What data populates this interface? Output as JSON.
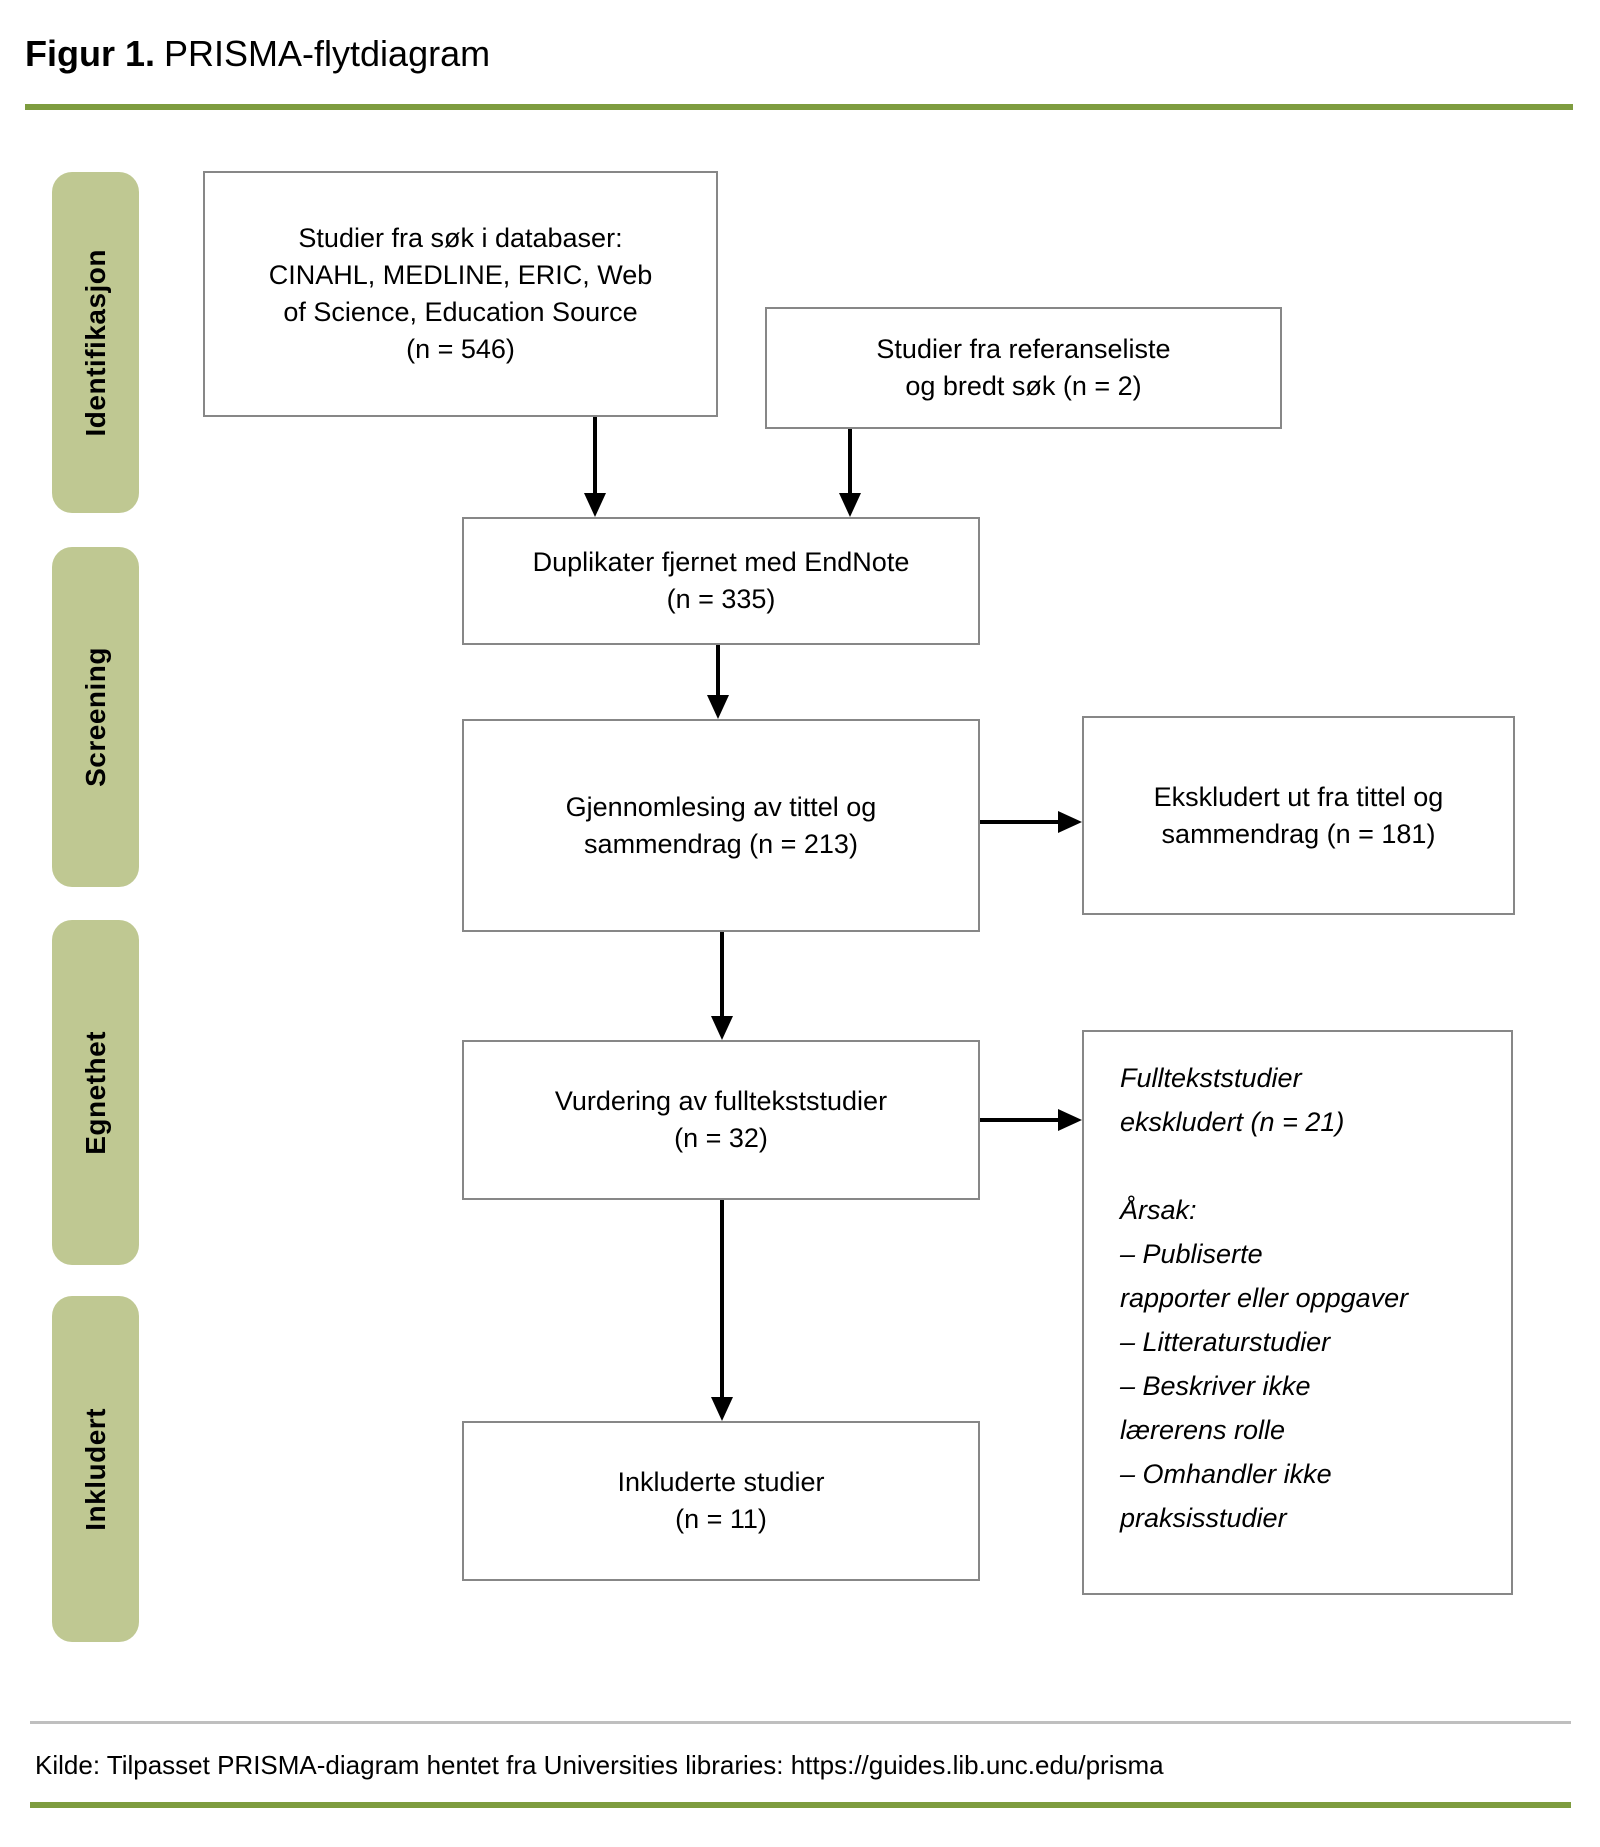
{
  "title": {
    "label_bold": "Figur 1.",
    "label_rest": "PRISMA-flytdiagram"
  },
  "colors": {
    "stage_band": "#bfc892",
    "accent_rule": "#7e9c3f",
    "divider_gray": "#bfbfbf",
    "box_border": "#878787"
  },
  "stages": [
    {
      "label": "Identifikasjon"
    },
    {
      "label": "Screening"
    },
    {
      "label": "Egnethet"
    },
    {
      "label": "Inkludert"
    }
  ],
  "boxes": {
    "db_search": {
      "lines": [
        "Studier fra søk i databaser:",
        "CINAHL, MEDLINE, ERIC, Web",
        "of Science, Education Source",
        "(n = 546)"
      ]
    },
    "ref_search": {
      "lines": [
        "Studier fra referanseliste",
        "og bredt søk (n = 2)"
      ]
    },
    "duplicates_removed": {
      "lines": [
        "Duplikater fjernet med EndNote",
        "(n = 335)"
      ]
    },
    "title_abstract_screening": {
      "lines": [
        "Gjennomlesing av tittel og",
        "sammendrag (n = 213)"
      ]
    },
    "excluded_title_abstract": {
      "lines": [
        "Ekskludert ut fra tittel og",
        "sammendrag (n = 181)"
      ]
    },
    "fulltext_assessment": {
      "lines": [
        "Vurdering av fulltekststudier",
        "(n = 32)"
      ]
    },
    "fulltext_excluded": {
      "lines": [
        "Fulltekststudier",
        "ekskludert (n = 21)",
        "",
        "Årsak:",
        "– Publiserte",
        "rapporter eller oppgaver",
        "– Litteraturstudier",
        "– Beskriver ikke",
        "lærerens rolle",
        "– Omhandler ikke",
        "praksisstudier"
      ]
    },
    "included_studies": {
      "lines": [
        "Inkluderte studier",
        "(n = 11)"
      ]
    }
  },
  "footer": {
    "source": "Kilde: Tilpasset PRISMA-diagram hentet fra Universities libraries: https://guides.lib.unc.edu/prisma"
  }
}
